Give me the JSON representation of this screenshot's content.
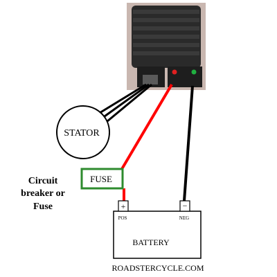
{
  "labels": {
    "stator": "STATOR",
    "fuse": "FUSE",
    "circuit_breaker_line1": "Circuit",
    "circuit_breaker_line2": "breaker or",
    "circuit_breaker_line3": "Fuse",
    "battery": "BATTERY",
    "pos_terminal": "POS",
    "neg_terminal": "NEG",
    "plus_sign": "+",
    "minus_sign": "−",
    "site": "ROADSTERCYCLE.COM"
  },
  "colors": {
    "wire_positive": "#ff0000",
    "wire_negative": "#000000",
    "fuse_border": "#2e8b2e",
    "background": "#ffffff",
    "regulator_body": "#2a2a2a",
    "regulator_surround": "#c9b7b0"
  }
}
